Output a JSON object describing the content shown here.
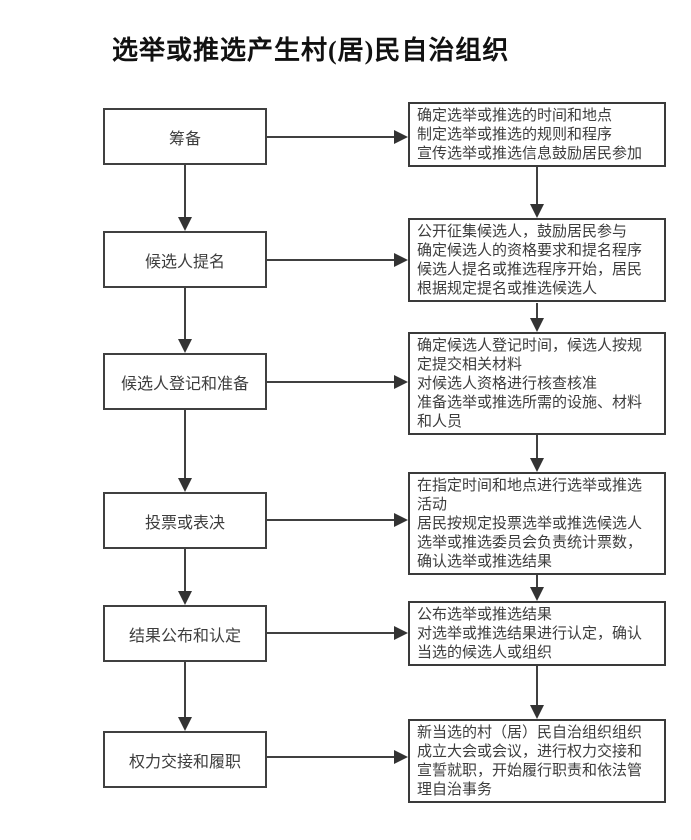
{
  "title": "选举或推选产生村(居)民自治组织",
  "flow": {
    "steps": [
      {
        "label": "筹备",
        "detail": "确定选举或推选的时间和地点\n制定选举或推选的规则和程序\n宣传选举或推选信息鼓励居民参加"
      },
      {
        "label": "候选人提名",
        "detail": "公开征集候选人，鼓励居民参与\n确定候选人的资格要求和提名程序\n候选人提名或推选程序开始，居民\n根据规定提名或推选候选人"
      },
      {
        "label": "候选人登记和准备",
        "detail": "确定候选人登记时间，候选人按规\n定提交相关材料\n对候选人资格进行核查核准\n准备选举或推选所需的设施、材料\n和人员"
      },
      {
        "label": "投票或表决",
        "detail": "在指定时间和地点进行选举或推选\n活动\n居民按规定投票选举或推选候选人\n选举或推选委员会负责统计票数，\n确认选举或推选结果"
      },
      {
        "label": "结果公布和认定",
        "detail": "公布选举或推选结果\n对选举或推选结果进行认定，确认\n当选的候选人或组织"
      },
      {
        "label": "权力交接和履职",
        "detail": "新当选的村（居）民自治组织组织\n成立大会或会议，进行权力交接和\n宣誓就职，开始履行职责和依法管\n理自治事务"
      }
    ]
  },
  "colors": {
    "line": "#404040",
    "arrow": "#333333",
    "border": "#3a3a3a",
    "text": "#3d3d3d",
    "background": "#ffffff"
  }
}
